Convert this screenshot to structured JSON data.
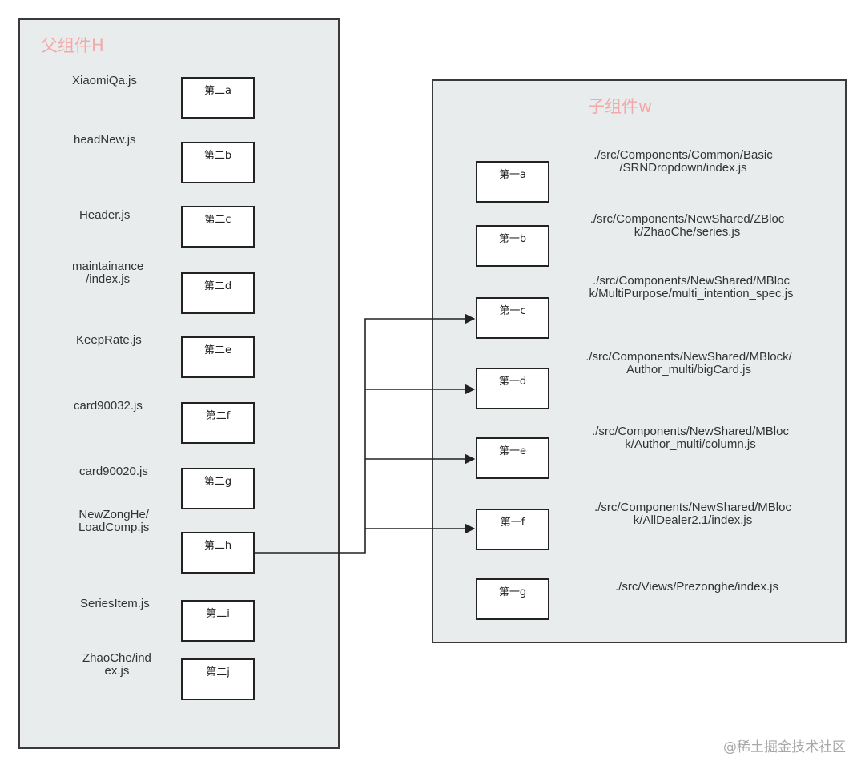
{
  "parent_panel": {
    "title": "父组件H",
    "items": [
      {
        "file": "XiaomiQa.js",
        "node": "第二a"
      },
      {
        "file": "headNew.js",
        "node": "第二b"
      },
      {
        "file": "Header.js",
        "node": "第二c"
      },
      {
        "file": "maintainance\n/index.js",
        "node": "第二d"
      },
      {
        "file": "KeepRate.js",
        "node": "第二e"
      },
      {
        "file": "card90032.js",
        "node": "第二f"
      },
      {
        "file": "card90020.js",
        "node": "第二g"
      },
      {
        "file": "NewZongHe/\nLoadComp.js",
        "node": "第二h"
      },
      {
        "file": "SeriesItem.js",
        "node": "第二i"
      },
      {
        "file": "ZhaoChe/ind\nex.js",
        "node": "第二j"
      }
    ]
  },
  "child_panel": {
    "title": "子组件w",
    "items": [
      {
        "node": "第一a",
        "path": [
          "./src/Components/Common/Basic",
          "/SRNDropdown/index.js"
        ]
      },
      {
        "node": "第一b",
        "path": [
          "./src/Components/NewShared/ZBloc",
          "k/ZhaoChe/series.js"
        ]
      },
      {
        "node": "第一c",
        "path": [
          "./src/Components/NewShared/MBloc",
          "k/MultiPurpose/multi_intention_spec.js"
        ]
      },
      {
        "node": "第一d",
        "path": [
          "./src/Components/NewShared/MBlock/",
          "Author_multi/bigCard.js"
        ]
      },
      {
        "node": "第一e",
        "path": [
          "./src/Components/NewShared/MBloc",
          "k/Author_multi/column.js"
        ]
      },
      {
        "node": "第一f",
        "path": [
          "./src/Components/NewShared/MBloc",
          "k/AllDealer2.1/index.js"
        ]
      },
      {
        "node": "第一g",
        "path": [
          "./src/Views/Prezonghe/index.js"
        ]
      }
    ]
  },
  "edges": [
    {
      "from": "第二h",
      "to": "第一c"
    },
    {
      "from": "第二h",
      "to": "第一d"
    },
    {
      "from": "第二h",
      "to": "第一e"
    },
    {
      "from": "第二h",
      "to": "第一f"
    }
  ],
  "watermark": "@稀土掘金技术社区",
  "colors": {
    "panel_bg": "#e9ecec",
    "title": "#f2a9a9",
    "stroke": "#222222"
  }
}
